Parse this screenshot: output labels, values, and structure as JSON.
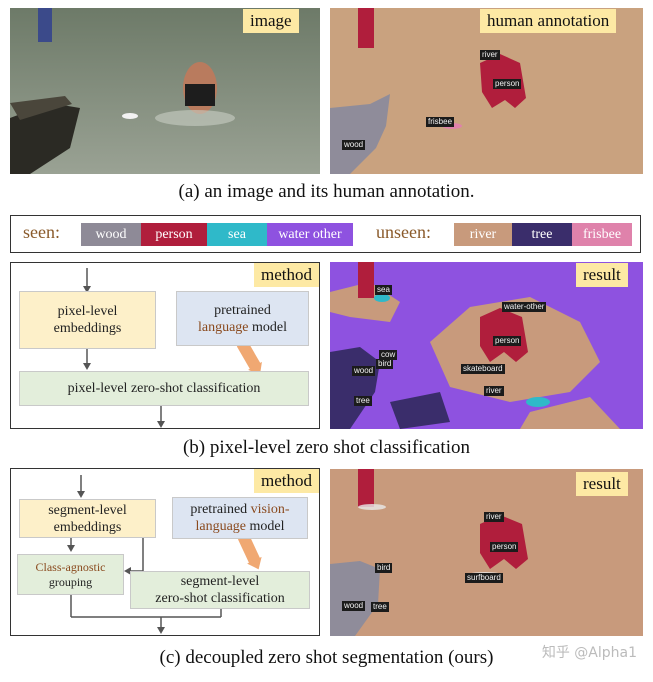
{
  "section_a": {
    "image_tag": "image",
    "annotation_tag": "human annotation",
    "caption": "(a) an image and its human annotation.",
    "labels": {
      "river": "river",
      "person": "person",
      "frisbee": "frisbee",
      "wood": "wood"
    }
  },
  "legend": {
    "seen_label": "seen:",
    "unseen_label": "unseen:",
    "seen": [
      {
        "name": "wood",
        "color": "#8e8a97"
      },
      {
        "name": "person",
        "color": "#b01e3c"
      },
      {
        "name": "sea",
        "color": "#2fb9c9"
      },
      {
        "name": "water other",
        "color": "#8e52e0"
      }
    ],
    "unseen": [
      {
        "name": "river",
        "color": "#c89a7c"
      },
      {
        "name": "tree",
        "color": "#3a2d6b"
      },
      {
        "name": "frisbee",
        "color": "#df82ab"
      }
    ]
  },
  "section_b": {
    "method_tag": "method",
    "result_tag": "result",
    "box1": [
      "pixel-level",
      "embeddings"
    ],
    "box2_line1": "pretrained",
    "box2_line2_colored": "language",
    "box2_line2_rest": " model",
    "box3": "pixel-level zero-shot classification",
    "caption": "(b) pixel-level zero shot classification",
    "labels": {
      "sea": "sea",
      "water_other": "water-other",
      "person": "person",
      "cow": "cow",
      "bird": "bird",
      "wood": "wood",
      "skateboard": "skateboard",
      "river": "river",
      "tree": "tree"
    }
  },
  "section_c": {
    "method_tag": "method",
    "result_tag": "result",
    "box1": [
      "segment-level",
      "embeddings"
    ],
    "box2_line1_plain": "pretrained ",
    "box2_line1_colored": "vision-",
    "box2_line2_colored": "language",
    "box2_line2_rest": " model",
    "box3_colored": "Class-agnostic",
    "box3_rest": "grouping",
    "box4": [
      "segment-level",
      "zero-shot classification"
    ],
    "caption": "(c) decoupled zero shot segmentation (ours)",
    "labels": {
      "bird": "bird",
      "river": "river",
      "person": "person",
      "surfboard": "surfboard",
      "wood": "wood",
      "tree": "tree"
    }
  },
  "watermark": "知乎 @Alpha1"
}
